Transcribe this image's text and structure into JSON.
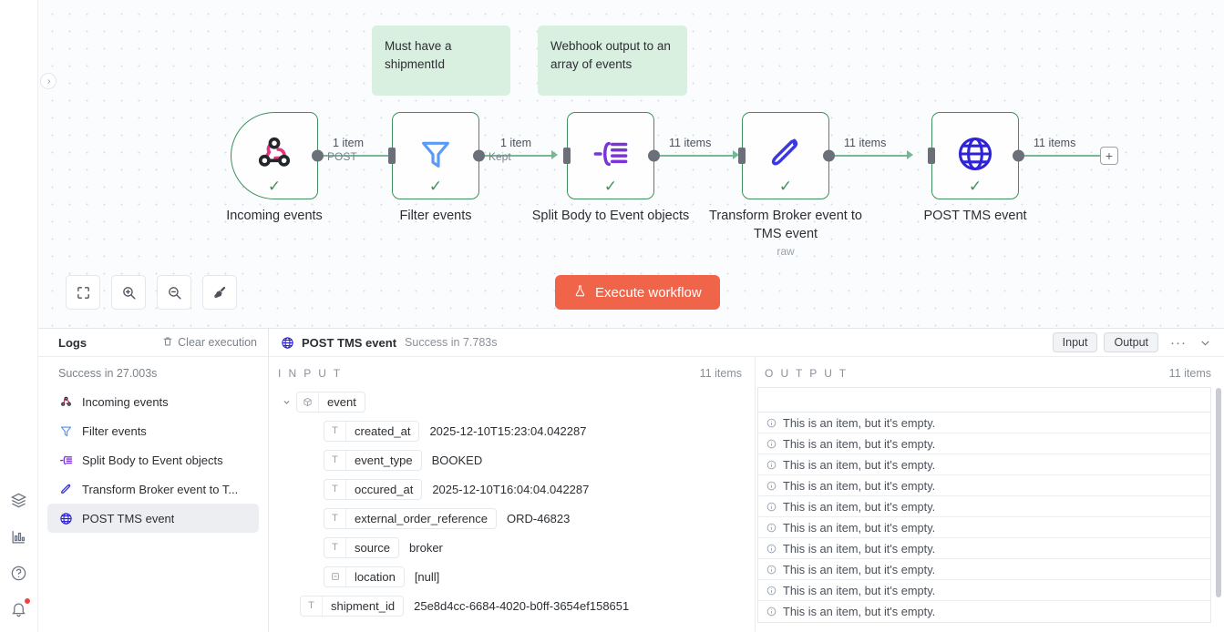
{
  "rail": {
    "icons": [
      {
        "name": "templates-icon"
      },
      {
        "name": "insights-chart-icon"
      },
      {
        "name": "help-question-icon"
      },
      {
        "name": "notifications-bell-icon"
      }
    ]
  },
  "canvas": {
    "sticky_notes": [
      {
        "text": "Must have a shipmentId"
      },
      {
        "text": "Webhook output to an array of events"
      }
    ],
    "nodes": [
      {
        "title": "Incoming events",
        "icon": "webhook-icon",
        "subtitle": "",
        "status": "success"
      },
      {
        "title": "Filter events",
        "icon": "filter-funnel-icon",
        "subtitle": "",
        "status": "success"
      },
      {
        "title": "Split Body to Event objects",
        "icon": "split-out-icon",
        "subtitle": "",
        "status": "success"
      },
      {
        "title": "Transform Broker event to TMS event",
        "icon": "edit-pen-icon",
        "subtitle": "raw",
        "status": "success"
      },
      {
        "title": "POST TMS event",
        "icon": "http-globe-icon",
        "subtitle": "",
        "status": "success"
      }
    ],
    "edges": [
      {
        "label": "1 item",
        "sublabel": "POST"
      },
      {
        "label": "1 item",
        "sublabel": "Kept"
      },
      {
        "label": "11 items",
        "sublabel": ""
      },
      {
        "label": "11 items",
        "sublabel": ""
      },
      {
        "label": "11 items",
        "sublabel": ""
      }
    ],
    "add_node_label": "+",
    "controls": [
      {
        "name": "fit-view-button",
        "icon": "fit-view-icon"
      },
      {
        "name": "zoom-in-button",
        "icon": "zoom-in-icon"
      },
      {
        "name": "zoom-out-button",
        "icon": "zoom-out-icon"
      },
      {
        "name": "tidy-up-button",
        "icon": "broom-icon"
      }
    ],
    "execute_label": "Execute workflow"
  },
  "logs": {
    "title": "Logs",
    "clear_label": "Clear execution",
    "status": "Success in 27.003s",
    "items": [
      {
        "label": "Incoming events",
        "icon": "webhook-icon",
        "selected": false
      },
      {
        "label": "Filter events",
        "icon": "filter-funnel-icon",
        "selected": false
      },
      {
        "label": "Split Body to Event objects",
        "icon": "split-out-icon",
        "selected": false
      },
      {
        "label": "Transform Broker event to T...",
        "icon": "edit-pen-icon",
        "selected": false
      },
      {
        "label": "POST TMS event",
        "icon": "http-globe-icon",
        "selected": true
      }
    ]
  },
  "detail": {
    "node_title": "POST TMS event",
    "status": "Success in 7.783s",
    "input_button": "Input",
    "output_button": "Output",
    "ellipsis": "···",
    "input": {
      "heading": "I N P U T",
      "count": "11 items",
      "tree": [
        {
          "key": "event",
          "value": "",
          "type": "object",
          "indent": 0,
          "expanded": true
        },
        {
          "key": "created_at",
          "value": "2025-12-10T15:23:04.042287",
          "type": "string",
          "indent": 1
        },
        {
          "key": "event_type",
          "value": "BOOKED",
          "type": "string",
          "indent": 1
        },
        {
          "key": "occured_at",
          "value": "2025-12-10T16:04:04.042287",
          "type": "string",
          "indent": 1
        },
        {
          "key": "external_order_reference",
          "value": "ORD-46823",
          "type": "string",
          "indent": 1
        },
        {
          "key": "source",
          "value": "broker",
          "type": "string",
          "indent": 1
        },
        {
          "key": "location",
          "value": "[null]",
          "type": "null",
          "indent": 1
        },
        {
          "key": "shipment_id",
          "value": "25e8d4cc-6684-4020-b0ff-3654ef158651",
          "type": "string",
          "indent": 0
        }
      ]
    },
    "output": {
      "heading": "O U T P U T",
      "count": "11 items",
      "empty_message": "This is an item, but it's empty.",
      "rows": 10
    }
  },
  "colors": {
    "accent_execute": "#f0654a",
    "node_success_border": "#3f8f5f",
    "sticky_note": "#d9efdf",
    "edge": "#77b894",
    "selected_row": "#eceef1"
  }
}
